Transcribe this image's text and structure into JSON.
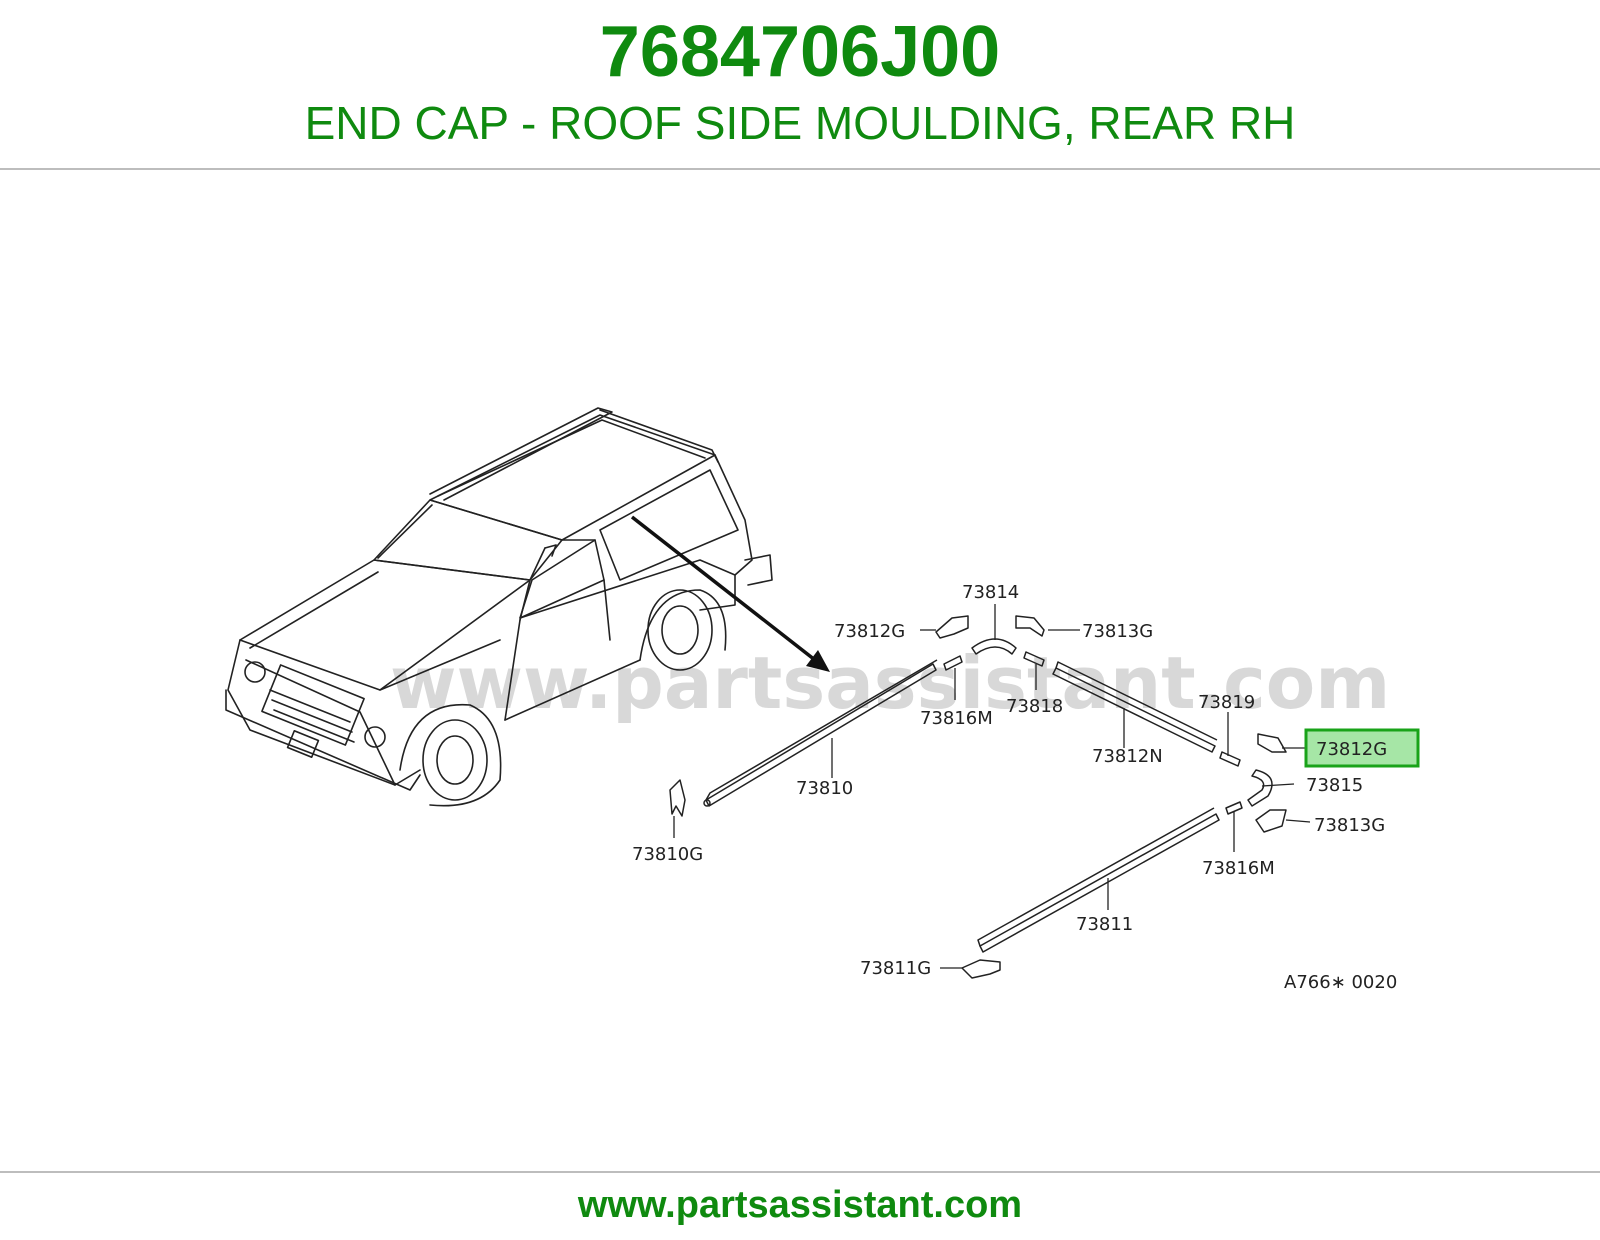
{
  "header": {
    "part_number": "7684706J00",
    "description": "END CAP - ROOF SIDE MOULDING, REAR RH"
  },
  "diagram": {
    "watermark": "www.partsassistant.com",
    "drawing_code": "A766∗ 0020",
    "highlighted_part": "73812G",
    "callouts": {
      "c73814": "73814",
      "c73812g_top": "73812G",
      "c73813g_top": "73813G",
      "c73816m_top": "73816M",
      "c73818": "73818",
      "c73819": "73819",
      "c73812n": "73812N",
      "c73812g_hl": "73812G",
      "c73815": "73815",
      "c73813g_right": "73813G",
      "c73816m_bottom": "73816M",
      "c73810": "73810",
      "c73810g": "73810G",
      "c73811": "73811",
      "c73811g": "73811G"
    },
    "colors": {
      "highlight_border": "#19a319",
      "highlight_fill": "#a6e6a6"
    }
  },
  "footer": {
    "url": "www.partsassistant.com"
  }
}
